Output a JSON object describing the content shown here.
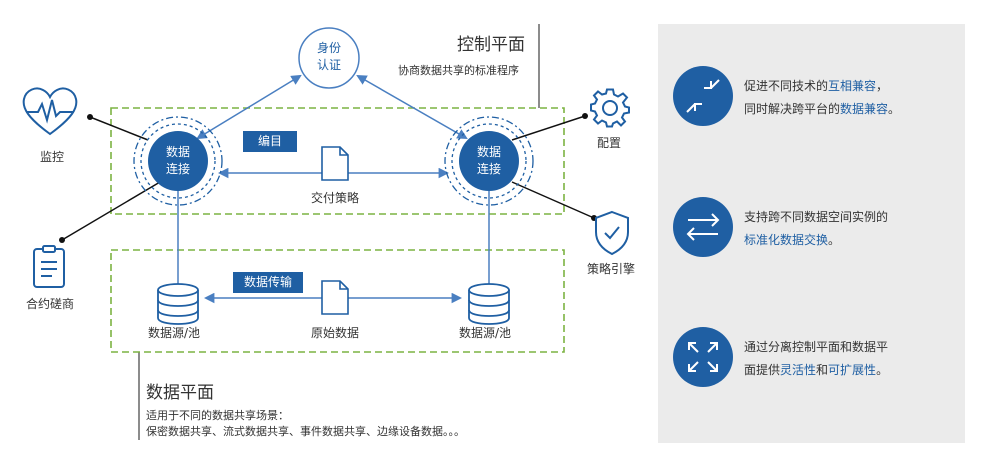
{
  "control_plane": {
    "title": "控制平面",
    "subtitle": "协商数据共享的标准程序"
  },
  "data_plane": {
    "title": "数据平面",
    "subtitle_line1": "适用于不同的数据共享场景：",
    "subtitle_line2": "保密数据共享、流式数据共享、事件数据共享、边缘设备数据。。。"
  },
  "nodes": {
    "auth_line1": "身份",
    "auth_line2": "认证",
    "left_connector_line1": "数据",
    "left_connector_line2": "连接",
    "right_connector_line1": "数据",
    "right_connector_line2": "连接"
  },
  "badges": {
    "catalog": "编目",
    "transfer": "数据传输"
  },
  "labels": {
    "delivery_policy": "交付策略",
    "raw_data": "原始数据",
    "left_source": "数据源/池",
    "right_source": "数据源/池",
    "monitoring": "监控",
    "contract": "合约磋商",
    "config": "配置",
    "policy_engine": "策略引擎"
  },
  "benefits": [
    {
      "icon": "arrows-inward-icon",
      "line1_a": "促进不同技术的",
      "line1_hl": "互相兼容",
      "line1_b": "，",
      "line2_a": "同时解决跨平台的",
      "line2_hl": "数据兼容",
      "line2_b": "。"
    },
    {
      "icon": "exchange-arrows-icon",
      "line1_a": "支持跨不同数据空间实例的",
      "line2_hl": "标准化数据交换",
      "line2_b": "。"
    },
    {
      "icon": "expand-arrows-icon",
      "line1_a": "通过分离控制平面和数据平",
      "line2_a": "面提供",
      "line2_hl": "灵活性",
      "line2_mid": "和",
      "line2_hl2": "可扩展性",
      "line2_b": "。"
    }
  ],
  "colors": {
    "accent": "#1f5fa3",
    "dashed_border": "#7cb342",
    "panel_bg": "#ebebeb"
  }
}
